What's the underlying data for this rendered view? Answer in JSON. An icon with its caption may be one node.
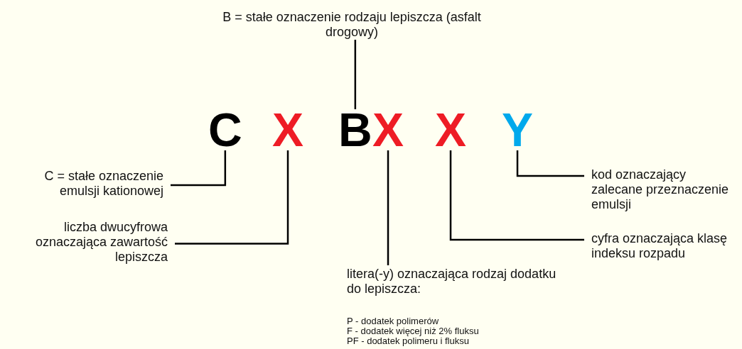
{
  "diagram": {
    "nodes": [
      {
        "text": [
          "B = stałe oznaczenie rodzaju lepiszcza (asfalt drogowy)"
        ]
      },
      {
        "text": [
          "C"
        ]
      },
      {
        "text": [
          "X"
        ]
      },
      {
        "text": [
          "B"
        ]
      },
      {
        "text": [
          "X"
        ]
      },
      {
        "text": [
          "X"
        ]
      },
      {
        "text": [
          "Y"
        ]
      },
      {
        "text": [
          "C = stałe oznaczenie emulsji kationowej"
        ]
      },
      {
        "text": [
          "kod oznaczający zalecane przeznaczenie emulsji"
        ]
      },
      {
        "text": [
          "liczba dwucyfrowa oznaczająca zawartość lepiszcza"
        ]
      },
      {
        "text": [
          "cyfra oznaczająca klasę indeksu rozpadu"
        ]
      },
      {
        "text": [
          "litera(-y) oznaczająca rodzaj dodatku do lepiszcza:"
        ],
        "beside": [
          "P - dodatek polimerów",
          "F - dodatek więcej niż 2% fluksu",
          "PF - dodatek polimeru i fluksu"
        ]
      }
    ],
    "edges": [
      {
        "from": 0,
        "to": 3,
        "arrow": "none"
      },
      {
        "from": 7,
        "to": 1,
        "arrow": "none"
      },
      {
        "from": 8,
        "to": 6,
        "arrow": "none"
      },
      {
        "from": 9,
        "to": 2,
        "arrow": "none"
      },
      {
        "from": 10,
        "to": 5,
        "arrow": "none"
      },
      {
        "from": 11,
        "to": 4,
        "arrow": "none"
      }
    ]
  }
}
